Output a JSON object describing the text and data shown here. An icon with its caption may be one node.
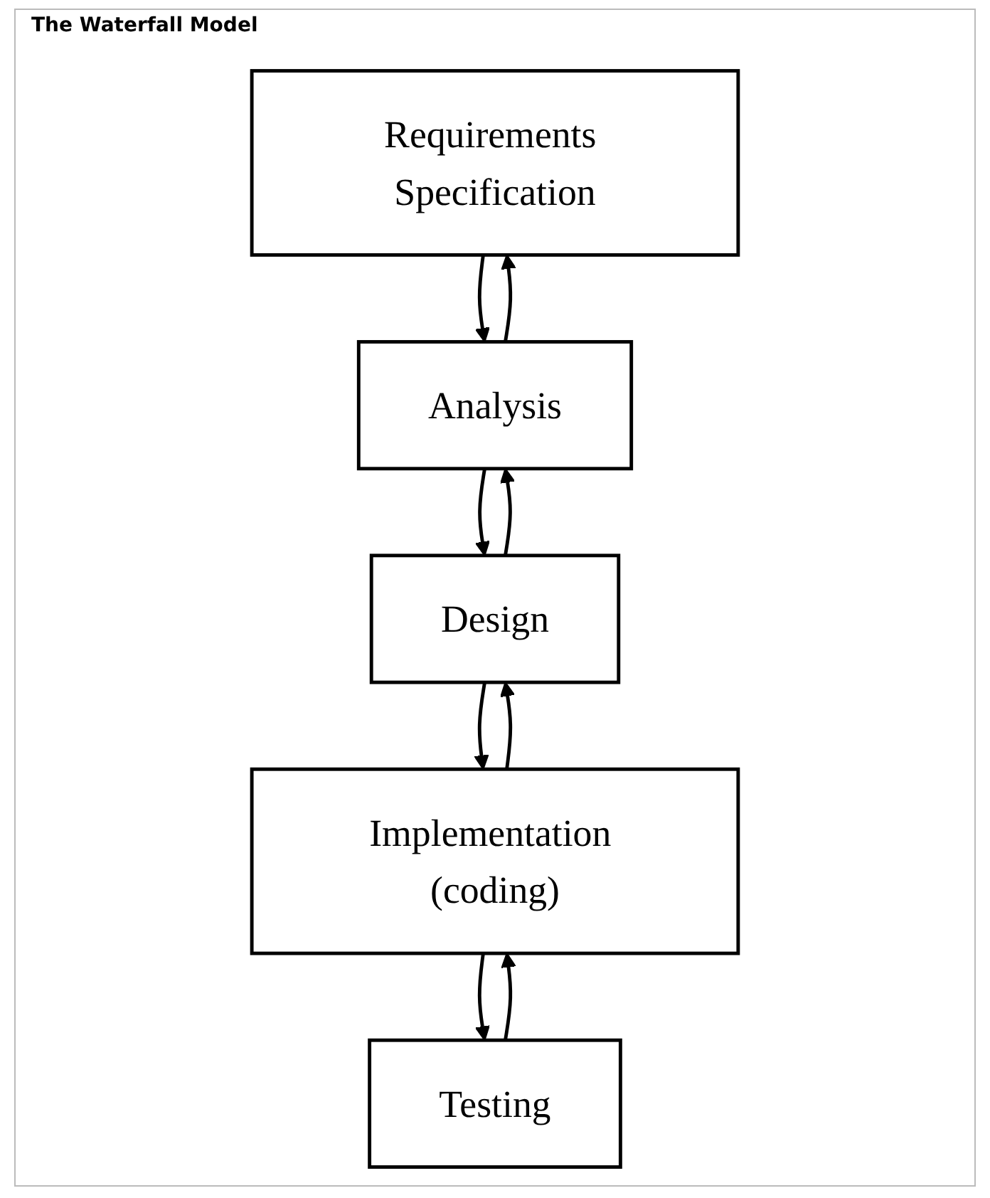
{
  "diagram": {
    "title": "The Waterfall Model",
    "nodes": [
      {
        "text": [
          "Requirements Specification"
        ]
      },
      {
        "text": [
          "Analysis"
        ]
      },
      {
        "text": [
          "Design"
        ]
      },
      {
        "text": [
          "Implementation (coding)"
        ]
      },
      {
        "text": [
          "Testing"
        ]
      }
    ],
    "edges": [
      {
        "from": 0,
        "to": 1,
        "arrow": "to"
      },
      {
        "from": 1,
        "to": 0,
        "arrow": "to"
      },
      {
        "from": 1,
        "to": 2,
        "arrow": "to"
      },
      {
        "from": 2,
        "to": 1,
        "arrow": "to"
      },
      {
        "from": 2,
        "to": 3,
        "arrow": "to"
      },
      {
        "from": 3,
        "to": 2,
        "arrow": "to"
      },
      {
        "from": 3,
        "to": 4,
        "arrow": "to"
      },
      {
        "from": 4,
        "to": 3,
        "arrow": "to"
      }
    ]
  }
}
